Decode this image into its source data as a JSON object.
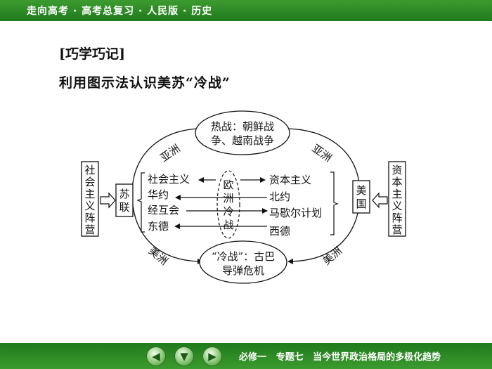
{
  "header": {
    "title": "走向高考 · 高考总复习 · 人民版 · 历史"
  },
  "heading": {
    "tag": "[巧学巧记]",
    "subtitle": "利用图示法认识美苏“冷战”"
  },
  "diagram": {
    "left_camp": [
      "社",
      "会",
      "主",
      "义",
      "阵",
      "营"
    ],
    "soviet": [
      "苏",
      "联"
    ],
    "right_camp": [
      "资",
      "本",
      "主",
      "义",
      "阵",
      "营"
    ],
    "usa": [
      "美",
      "国"
    ],
    "top_box": [
      "热战：朝鲜战",
      "争、越南战争"
    ],
    "bottom_box": [
      "“冷战”：古巴",
      "导弹危机"
    ],
    "center": [
      "欧",
      "洲",
      "冷",
      "战"
    ],
    "left_items": [
      "社会主义",
      "华约",
      "经互会",
      "东德"
    ],
    "right_items": [
      "资本主义",
      "北约",
      "马歇尔计划",
      "西德"
    ],
    "arc_labels": {
      "top_left": "亚洲",
      "top_right": "亚洲",
      "bottom_left": "美洲",
      "bottom_right": "美洲"
    }
  },
  "footer": {
    "prev_icon": "arrow-left-icon",
    "down_icon": "arrow-down-icon",
    "next_icon": "arrow-right-icon",
    "text": "必修一   专题七   当今世界政治格局的多极化趋势"
  }
}
